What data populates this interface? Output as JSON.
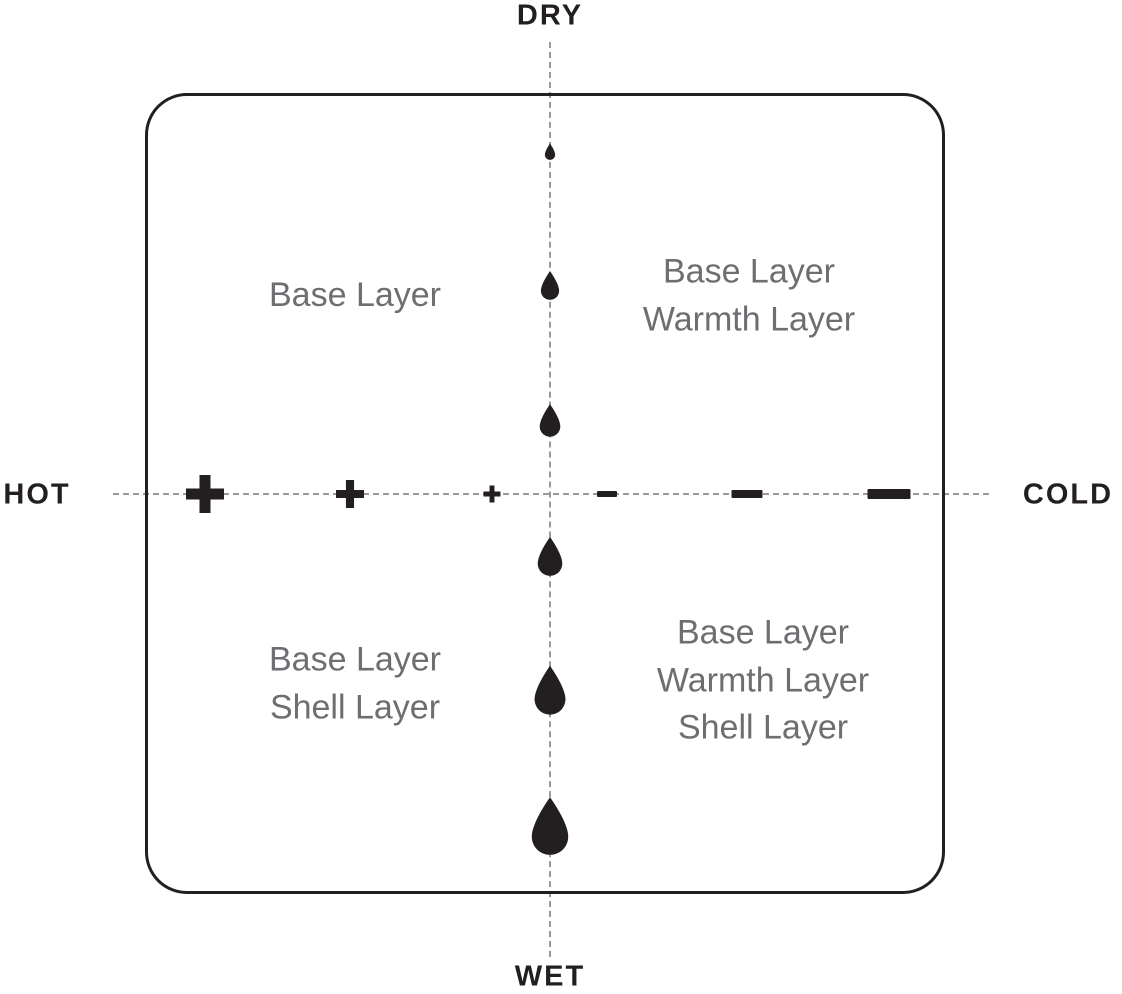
{
  "diagram": {
    "axes": {
      "top_label": "DRY",
      "bottom_label": "WET",
      "left_label": "HOT",
      "right_label": "COLD"
    },
    "quadrants": {
      "top_left": {
        "lines": [
          "Base Layer"
        ]
      },
      "top_right": {
        "lines": [
          "Base Layer",
          "Warmth Layer"
        ]
      },
      "bottom_left": {
        "lines": [
          "Base Layer",
          "Shell Layer"
        ]
      },
      "bottom_right": {
        "lines": [
          "Base Layer",
          "Warmth Layer",
          "Shell Layer"
        ]
      }
    },
    "icons": {
      "moisture_marker": "droplet-icon",
      "heat_marker_hot": "plus-icon",
      "heat_marker_cold": "minus-icon",
      "moisture_marker_count": 6,
      "hot_marker_count": 3,
      "cold_marker_count": 3
    },
    "colors": {
      "ink": "#231f20",
      "quadrant_text_gray": "#6d6e71",
      "dash_gray": "#98999b",
      "background": "#ffffff"
    }
  }
}
